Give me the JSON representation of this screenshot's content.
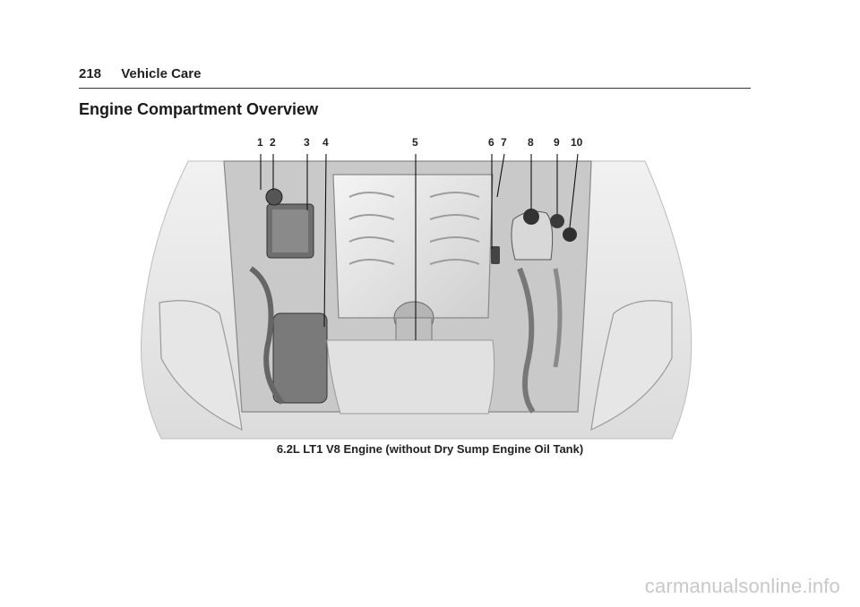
{
  "header": {
    "page_number": "218",
    "section": "Vehicle Care"
  },
  "section_title": "Engine Compartment Overview",
  "figure": {
    "callouts": [
      "1",
      "2",
      "3",
      "4",
      "5",
      "6",
      "7",
      "8",
      "9",
      "10"
    ],
    "caption": "6.2L LT1 V8 Engine (without Dry Sump Engine Oil Tank)"
  },
  "watermark": "carmanualsonline.info"
}
